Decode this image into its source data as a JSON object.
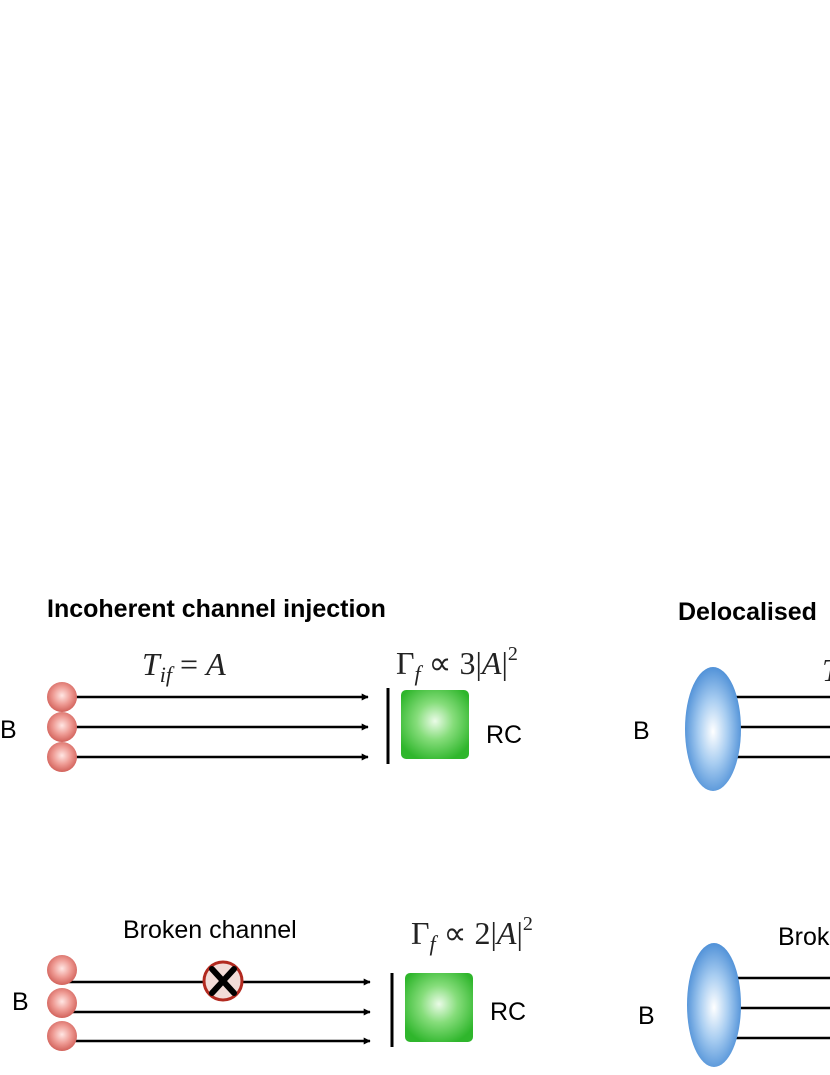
{
  "left_panel": {
    "title": "Incoherent channel injection",
    "top": {
      "donor_label": "B",
      "coupling": "T_if = A",
      "rate": "Γ_f ∝ 3|A|^2",
      "acceptor_label": "RC"
    },
    "bottom": {
      "donor_label": "B",
      "broken_label": "Broken channel",
      "rate": "Γ_f ∝ 2|A|^2",
      "acceptor_label": "RC"
    }
  },
  "right_panel": {
    "title_visible": "Delocalised",
    "top": {
      "donor_label": "B",
      "coupling_visible": "T_i"
    },
    "bottom": {
      "donor_label": "B",
      "broken_label_visible": "Brok"
    }
  },
  "colors": {
    "site": "#e88a84",
    "acceptor": "#3cc63a",
    "delocalised": "#4a8fd6",
    "broken_mark": "#b22a20"
  }
}
